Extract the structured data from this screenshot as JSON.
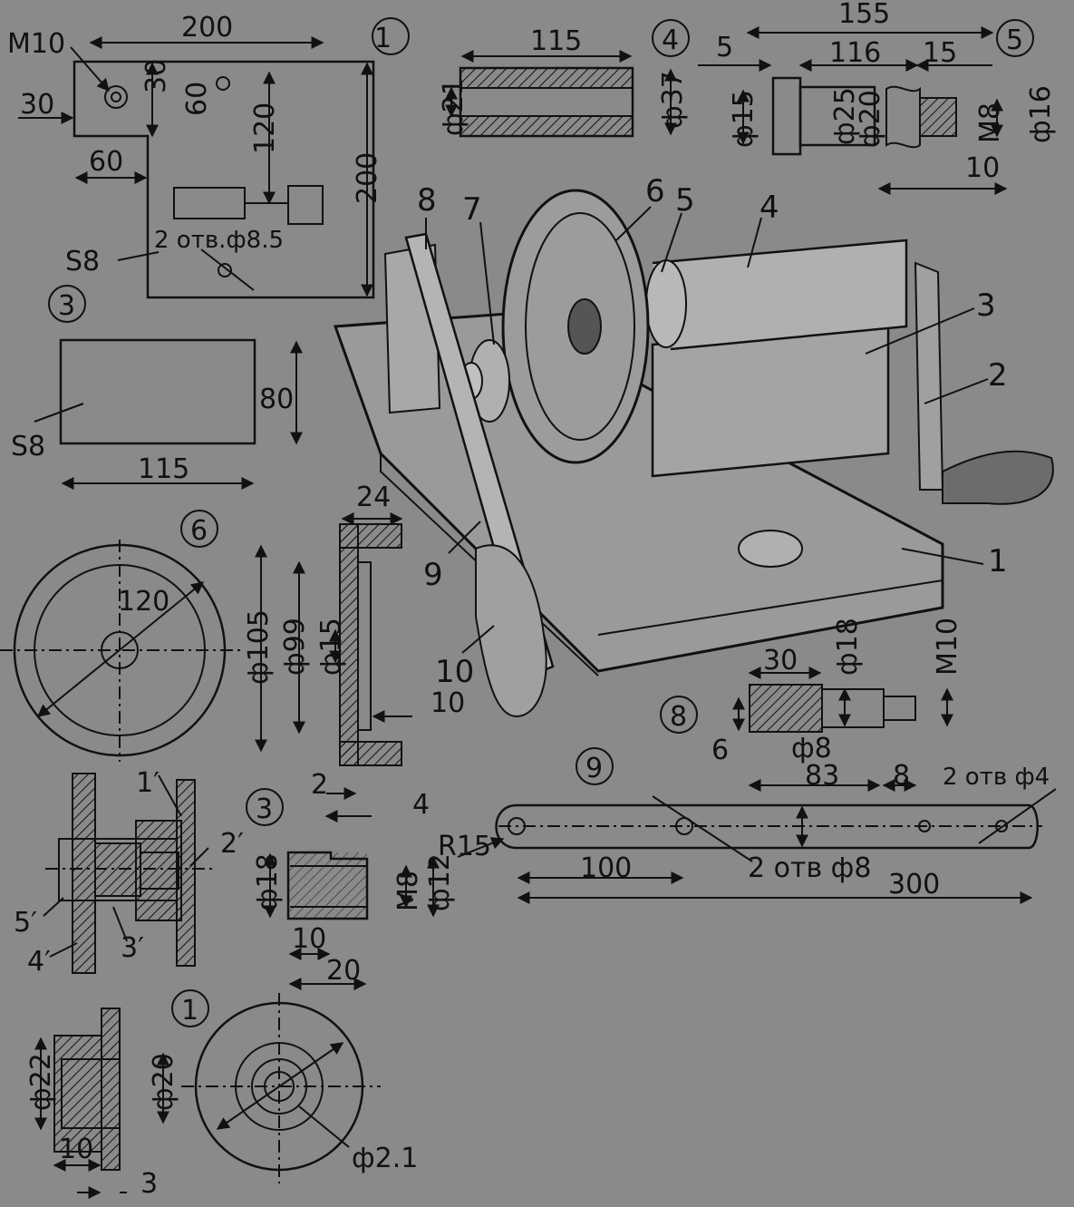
{
  "drawing": {
    "part1_plate": {
      "number": "1",
      "labels": {
        "m10": "M10",
        "d200": "200",
        "d30_top": "30",
        "d30_left": "30",
        "d60_v": "60",
        "d120": "120",
        "d60_h": "60",
        "d200_v": "200",
        "holes": "2 отв.ф8.5",
        "s8": "S8"
      }
    },
    "part3_blank": {
      "number": "3",
      "labels": {
        "d80": "80",
        "d115": "115",
        "s8": "S8"
      }
    },
    "part4_tube": {
      "number": "4",
      "labels": {
        "d115": "115",
        "phi21": "ф21",
        "phi37": "ф37"
      }
    },
    "part5_shaft": {
      "number": "5",
      "labels": {
        "d155": "155",
        "d5": "5",
        "d116": "116",
        "d15_top": "15",
        "phi15": "ф15",
        "phi25": "ф25",
        "phi20": "ф20",
        "m8": "M8",
        "phi16": "ф16",
        "d10": "10"
      }
    },
    "assembly": {
      "callouts": [
        "1",
        "2",
        "3",
        "4",
        "5",
        "6",
        "7",
        "8",
        "9",
        "10"
      ]
    },
    "part6_wheel": {
      "number": "6",
      "labels": {
        "d120": "120",
        "d24": "24",
        "phi105": "ф105",
        "phi99": "ф99",
        "phi15": "ф15",
        "d10": "10",
        "d2": "2",
        "d4": "4"
      }
    },
    "sub_assembly": {
      "labels": {
        "p1": "1′",
        "p2": "2′",
        "p3": "3′",
        "p4": "4′",
        "p5": "5′"
      }
    },
    "part3b_bushing": {
      "number": "3",
      "labels": {
        "phi18": "ф18",
        "m8": "M8",
        "phi12": "ф12",
        "d10": "10",
        "d20": "20"
      }
    },
    "part8_pin": {
      "number": "8",
      "labels": {
        "d30": "30",
        "phi18": "ф18",
        "m10": "M10",
        "d6": "6",
        "phi8": "ф8",
        "d83": "83",
        "d8": "8"
      }
    },
    "part9_lever": {
      "number": "9",
      "labels": {
        "holes4": "2 отв ф4",
        "r15": "R15",
        "d100": "100",
        "holes8": "2 отв ф8",
        "d300": "300"
      }
    },
    "part1b_pulley": {
      "number": "1",
      "labels": {
        "phi22": "ф22",
        "phi20": "ф20",
        "d10": "10",
        "d3": "3",
        "phi21": "ф2.1"
      }
    }
  }
}
